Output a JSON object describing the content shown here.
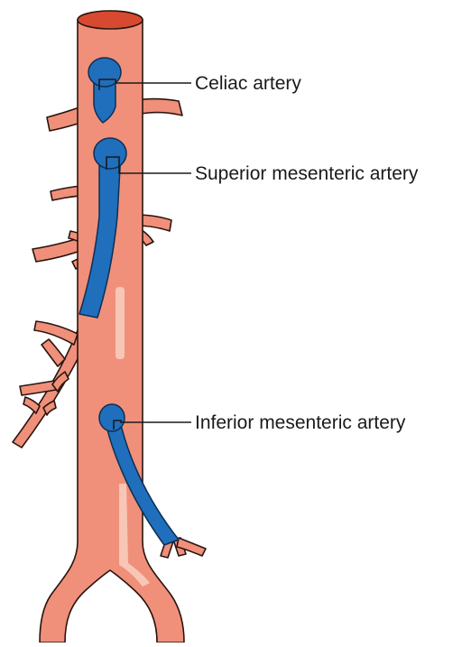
{
  "labels": {
    "celiac": "Celiac artery",
    "superior": "Superior mesenteric artery",
    "inferior": "Inferior mesenteric artery"
  },
  "colors": {
    "vessel_fill": "#f0907a",
    "vessel_stroke": "#2a1410",
    "aorta_top": "#d84a30",
    "highlight": "#f8c6b6",
    "branch_blue": "#1f6fbd",
    "leader_line": "#1a1a1a",
    "label_text": "#1a1a1a"
  }
}
